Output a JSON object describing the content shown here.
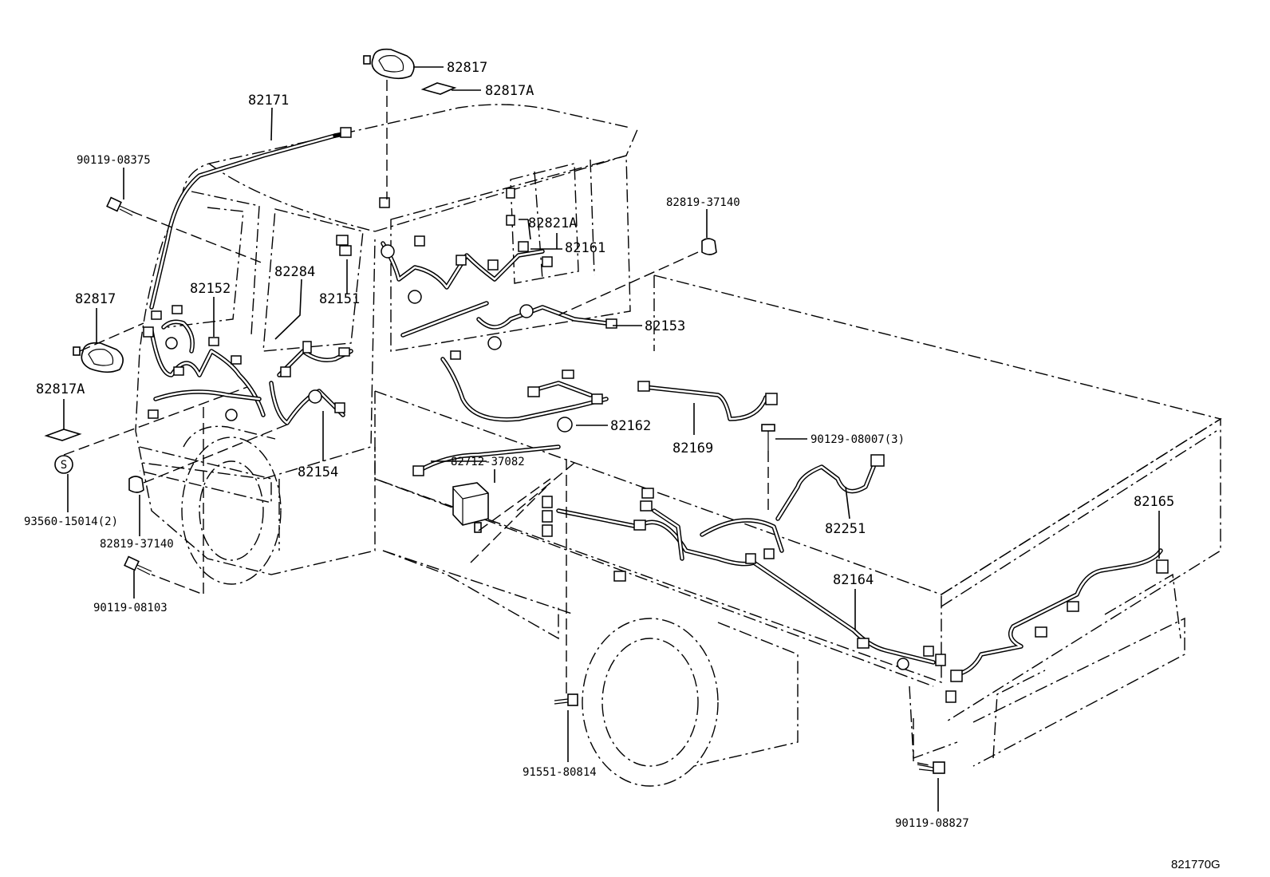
{
  "diagram": {
    "code": "821770G",
    "labels": {
      "p82817_top": "82817",
      "p82817A_top": "82817A",
      "p82171": "82171",
      "p90119_08375": "90119-08375",
      "p82819_37140_top": "82819-37140",
      "p82821A": "82821A",
      "p82161": "82161",
      "p82284": "82284",
      "p82152": "82152",
      "p82151": "82151",
      "p82817_left": "82817",
      "p82153": "82153",
      "p82817A_left": "82817A",
      "p82162": "82162",
      "p82169": "82169",
      "p90129_08007": "90129-08007(3)",
      "p82712_37082": "82712-37082",
      "p82154": "82154",
      "p93560_15014": "93560-15014(2)",
      "p82819_37140_left": "82819-37140",
      "p82251": "82251",
      "p82165": "82165",
      "p90119_08103": "90119-08103",
      "p82164": "82164",
      "p91551_80814": "91551-80814",
      "p90119_08827": "90119-08827",
      "grommet_mark": "S"
    }
  }
}
